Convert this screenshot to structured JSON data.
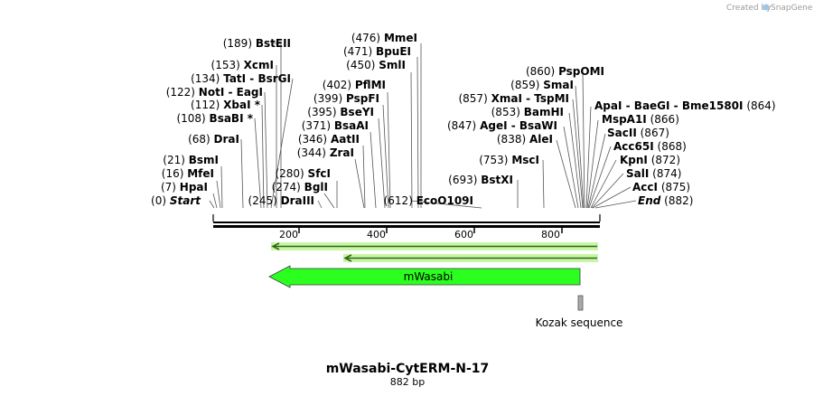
{
  "credit": "Created by",
  "brand": "SnapGene",
  "map": {
    "title": "mWasabi-CytERM-N-17",
    "subtitle": "882 bp",
    "length": 882,
    "ticks": [
      "200",
      "400",
      "600",
      "800"
    ]
  },
  "features": {
    "mwasabi": "mWasabi",
    "kozak": "Kozak sequence"
  },
  "sites_left": [
    {
      "pos": "(189)",
      "name": "BstEII"
    },
    {
      "pos": "(153)",
      "name": "XcmI"
    },
    {
      "pos": "(134)",
      "name": "TatI",
      "extra": "BsrGI"
    },
    {
      "pos": "(122)",
      "name": "NotI",
      "extra": "EagI"
    },
    {
      "pos": "(112)",
      "name": "XbaI *"
    },
    {
      "pos": "(108)",
      "name": "BsaBI *"
    },
    {
      "pos": "(68)",
      "name": "DraI"
    },
    {
      "pos": "(21)",
      "name": "BsmI"
    },
    {
      "pos": "(16)",
      "name": "MfeI"
    },
    {
      "pos": "(7)",
      "name": "HpaI"
    },
    {
      "pos": "(0)",
      "name": "Start"
    }
  ],
  "sites_mid": [
    {
      "pos": "(476)",
      "name": "MmeI"
    },
    {
      "pos": "(471)",
      "name": "BpuEI"
    },
    {
      "pos": "(450)",
      "name": "SmlI"
    },
    {
      "pos": "(402)",
      "name": "PflMI"
    },
    {
      "pos": "(399)",
      "name": "PspFI"
    },
    {
      "pos": "(395)",
      "name": "BseYI"
    },
    {
      "pos": "(371)",
      "name": "BsaAI"
    },
    {
      "pos": "(346)",
      "name": "AatII"
    },
    {
      "pos": "(344)",
      "name": "ZraI"
    },
    {
      "pos": "(280)",
      "name": "SfcI"
    },
    {
      "pos": "(274)",
      "name": "BglI"
    },
    {
      "pos": "(245)",
      "name": "DraIII"
    },
    {
      "pos": "(612)",
      "name": "EcoO109I"
    }
  ],
  "sites_right": [
    {
      "pos": "(860)",
      "name": "PspOMI"
    },
    {
      "pos": "(859)",
      "name": "SmaI"
    },
    {
      "pos": "(857)",
      "name": "XmaI",
      "extra": "TspMI"
    },
    {
      "pos": "(853)",
      "name": "BamHI"
    },
    {
      "pos": "(847)",
      "name": "AgeI",
      "extra": "BsaWI"
    },
    {
      "pos": "(838)",
      "name": "AleI"
    },
    {
      "pos": "(753)",
      "name": "MscI"
    },
    {
      "pos": "(693)",
      "name": "BstXI"
    }
  ],
  "sites_far": [
    {
      "name": "ApaI",
      "extra": "BaeGI",
      "extra2": "Bme1580I",
      "pos": "(864)"
    },
    {
      "name": "MspA1I",
      "pos": "(866)"
    },
    {
      "name": "SacII",
      "pos": "(867)"
    },
    {
      "name": "Acc65I",
      "pos": "(868)"
    },
    {
      "name": "KpnI",
      "pos": "(872)"
    },
    {
      "name": "SalI",
      "pos": "(874)"
    },
    {
      "name": "AccI",
      "pos": "(875)"
    },
    {
      "name": "End",
      "pos": "(882)"
    }
  ]
}
